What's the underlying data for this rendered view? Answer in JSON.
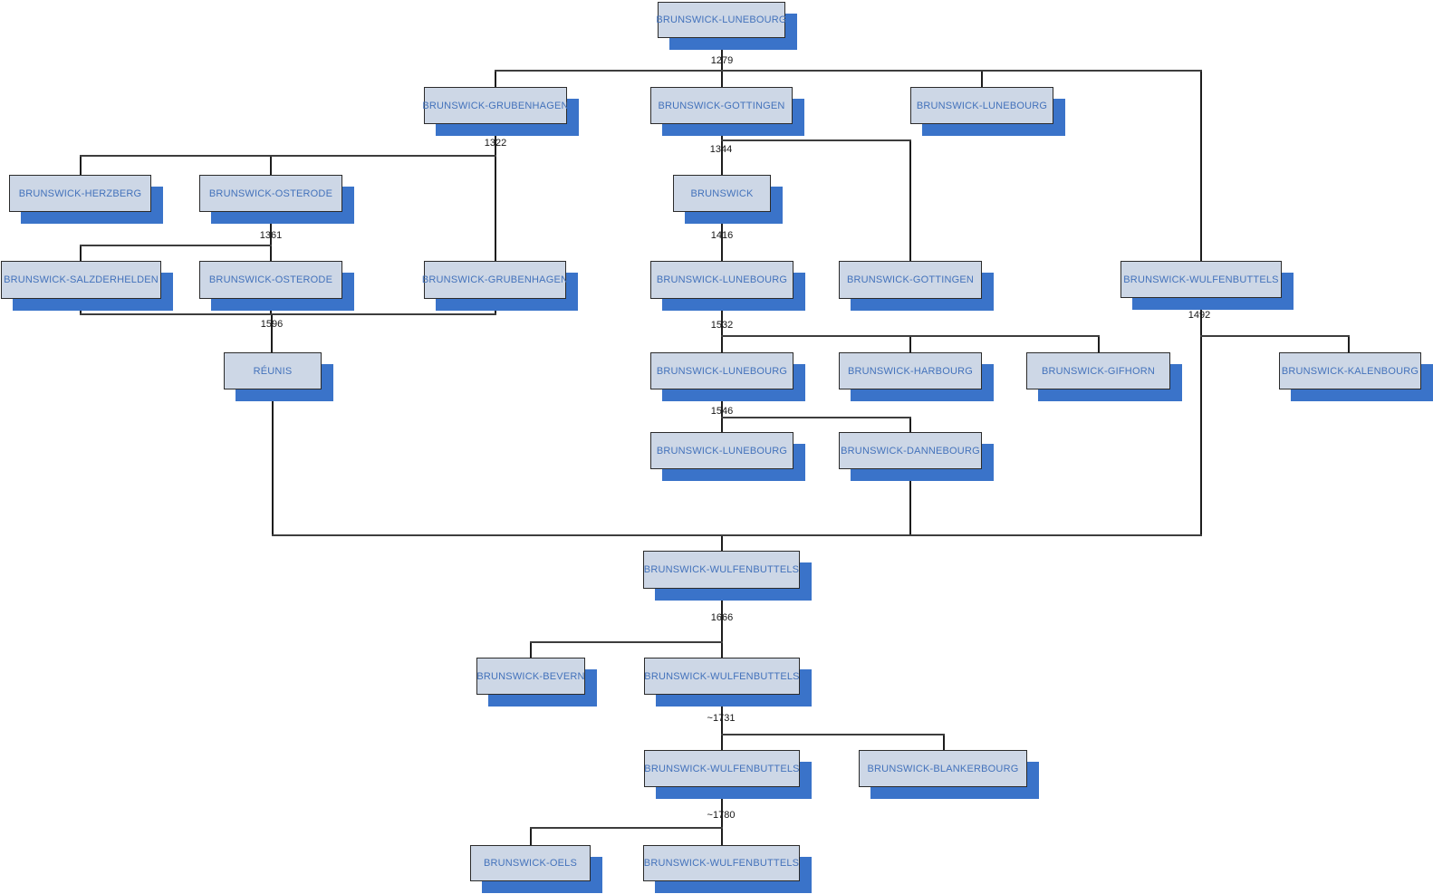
{
  "diagram_type": "family-tree",
  "colors": {
    "background": "#ffffff",
    "box_fill": "#cdd7e6",
    "box_border": "#2b2b2b",
    "box_shadow": "#3a73c9",
    "box_text": "#4372bb",
    "connector_line": "#2a2a2a",
    "year_text": "#161616"
  },
  "nodes": [
    {
      "id": "n0",
      "label": "BRUNSWICK-LUNEBOURG"
    },
    {
      "id": "n1",
      "label": "BRUNSWICK-GRUBENHAGEN"
    },
    {
      "id": "n2",
      "label": "BRUNSWICK-GOTTINGEN"
    },
    {
      "id": "n3",
      "label": "BRUNSWICK-LUNEBOURG"
    },
    {
      "id": "n4",
      "label": "BRUNSWICK-HERZBERG"
    },
    {
      "id": "n5",
      "label": "BRUNSWICK-OSTERODE"
    },
    {
      "id": "n6",
      "label": "BRUNSWICK"
    },
    {
      "id": "n7",
      "label": "BRUNSWICK-SALZDERHELDEN"
    },
    {
      "id": "n8",
      "label": "BRUNSWICK-OSTERODE"
    },
    {
      "id": "n9",
      "label": "BRUNSWICK-GRUBENHAGEN"
    },
    {
      "id": "n10",
      "label": "BRUNSWICK-LUNEBOURG"
    },
    {
      "id": "n11",
      "label": "BRUNSWICK-GOTTINGEN"
    },
    {
      "id": "n12",
      "label": "BRUNSWICK-WULFENBUTTELS"
    },
    {
      "id": "n13",
      "label": "RÉUNIS"
    },
    {
      "id": "n14",
      "label": "BRUNSWICK-LUNEBOURG"
    },
    {
      "id": "n15",
      "label": "BRUNSWICK-HARBOURG"
    },
    {
      "id": "n16",
      "label": "BRUNSWICK-GIFHORN"
    },
    {
      "id": "n17",
      "label": "BRUNSWICK-KALENBOURG"
    },
    {
      "id": "n18",
      "label": "BRUNSWICK-LUNEBOURG"
    },
    {
      "id": "n19",
      "label": "BRUNSWICK-DANNEBOURG"
    },
    {
      "id": "n20",
      "label": "BRUNSWICK-WULFENBUTTELS"
    },
    {
      "id": "n21",
      "label": "BRUNSWICK-BEVERN"
    },
    {
      "id": "n22",
      "label": "BRUNSWICK-WULFENBUTTELS"
    },
    {
      "id": "n23",
      "label": "BRUNSWICK-WULFENBUTTELS"
    },
    {
      "id": "n24",
      "label": "BRUNSWICK-BLANKERBOURG"
    },
    {
      "id": "n25",
      "label": "BRUNSWICK-OELS"
    },
    {
      "id": "n26",
      "label": "BRUNSWICK-WULFENBUTTELS"
    }
  ],
  "years": [
    {
      "label": "1279"
    },
    {
      "label": "1322"
    },
    {
      "label": "1344"
    },
    {
      "label": "1361"
    },
    {
      "label": "1416"
    },
    {
      "label": "1596"
    },
    {
      "label": "1532"
    },
    {
      "label": "1492"
    },
    {
      "label": "1546"
    },
    {
      "label": "1666"
    },
    {
      "label": "~1731"
    },
    {
      "label": "~1780"
    }
  ],
  "junctions": [
    {
      "year": "1279",
      "parents": [
        "n0"
      ],
      "children": [
        "n1",
        "n2",
        "n3",
        "n12"
      ]
    },
    {
      "year": "1322",
      "parents": [
        "n1"
      ],
      "children": [
        "n4",
        "n5",
        "n9"
      ]
    },
    {
      "year": "1344",
      "parents": [
        "n2"
      ],
      "children": [
        "n6",
        "n11"
      ]
    },
    {
      "year": "1361",
      "parents": [
        "n5"
      ],
      "children": [
        "n7",
        "n8"
      ]
    },
    {
      "year": "1416",
      "parents": [
        "n6"
      ],
      "children": [
        "n10"
      ]
    },
    {
      "year": "1492",
      "parents": [
        "n12"
      ],
      "children": [
        "n17"
      ]
    },
    {
      "year": "1532",
      "parents": [
        "n10"
      ],
      "children": [
        "n14",
        "n15",
        "n16"
      ]
    },
    {
      "year": "1546",
      "parents": [
        "n14"
      ],
      "children": [
        "n18",
        "n19"
      ]
    },
    {
      "year": "1596",
      "parents": [
        "n7",
        "n8",
        "n9"
      ],
      "children": [
        "n13"
      ]
    },
    {
      "year": "",
      "parents": [
        "n13",
        "n19",
        "n12"
      ],
      "children": [
        "n20"
      ]
    },
    {
      "year": "1666",
      "parents": [
        "n20"
      ],
      "children": [
        "n21",
        "n22"
      ]
    },
    {
      "year": "~1731",
      "parents": [
        "n22"
      ],
      "children": [
        "n23",
        "n24"
      ]
    },
    {
      "year": "~1780",
      "parents": [
        "n23"
      ],
      "children": [
        "n25",
        "n26"
      ]
    }
  ]
}
